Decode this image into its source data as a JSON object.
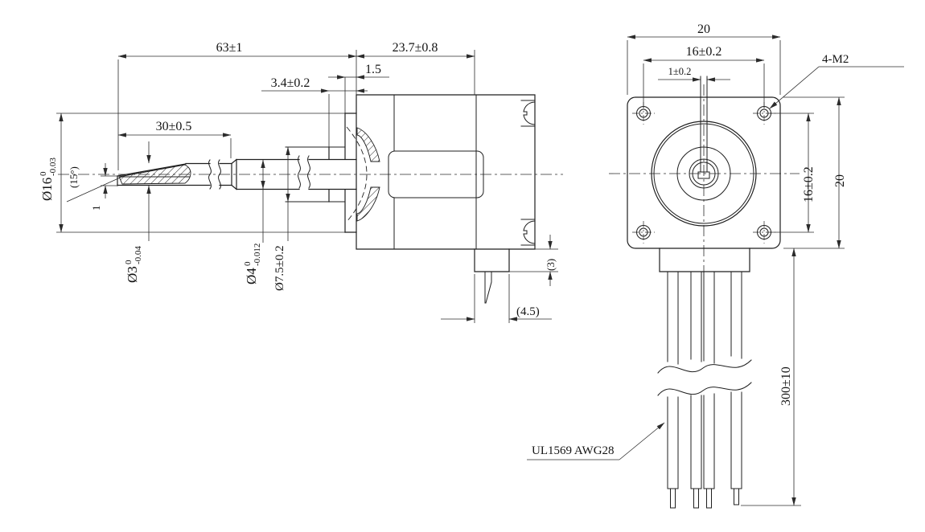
{
  "drawing": {
    "side_view": {
      "screw_length": "63±1",
      "body_length": "23.7±0.8",
      "step_length": "1.5",
      "boss_length": "3.4±0.2",
      "flat_length": "30±0.5",
      "pilot_dia": "Ø16",
      "pilot_tol_upper": "0",
      "pilot_tol_lower": "-0.03",
      "flat_angle": "(15°)",
      "flat_height": "1",
      "screw_dia": "Ø3",
      "screw_tol_upper": "0",
      "screw_tol_lower": "-0.04",
      "shaft_dia": "Ø4",
      "shaft_tol_upper": "0",
      "shaft_tol_lower": "-0.012",
      "bushing_dia": "Ø7.5±0.2",
      "tab_thickness": "(3)",
      "tab_width": "(4.5)"
    },
    "front_view": {
      "body_width": "20",
      "hole_pitch_h": "16±0.2",
      "slot_width": "1±0.2",
      "mounting_holes": "4-M2",
      "hole_pitch_v": "16±0.2",
      "body_height": "20",
      "lead_length": "300±10",
      "wire_spec": "UL1569 AWG28"
    }
  }
}
